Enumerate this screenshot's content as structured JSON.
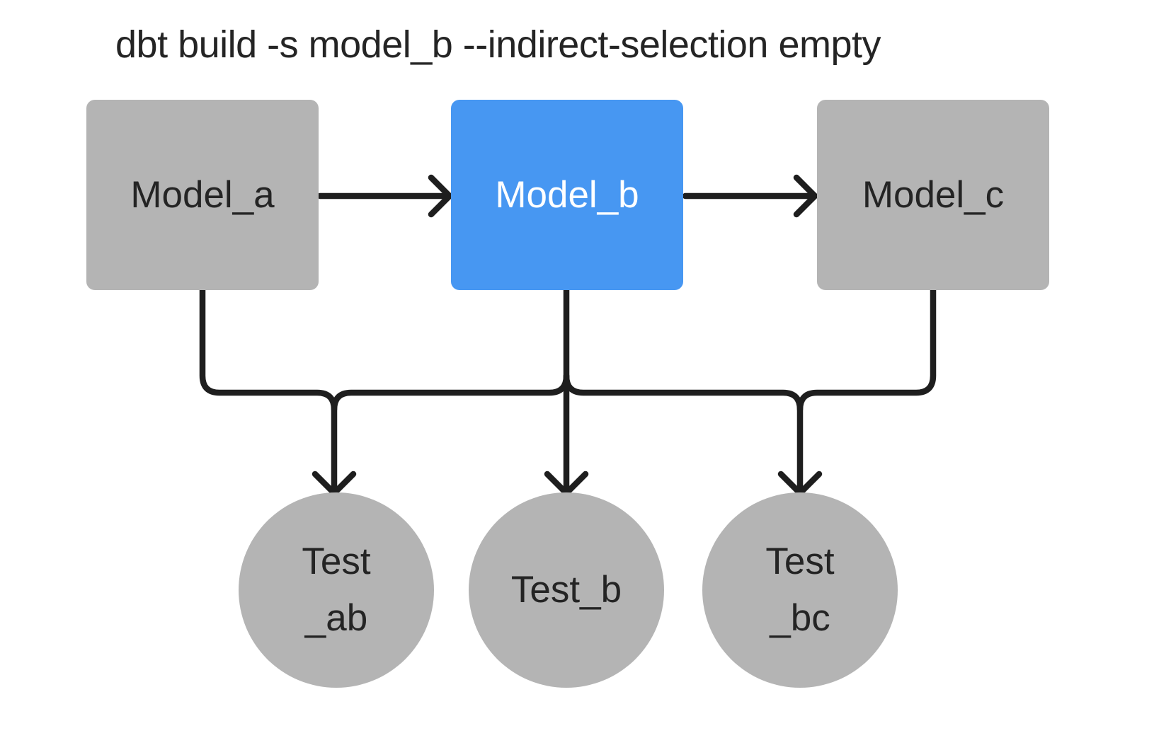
{
  "title": "dbt build -s model_b --indirect-selection empty",
  "colors": {
    "accent_blue": "#4797f2",
    "node_gray": "#b4b4b4",
    "line_dark": "#1e1e1e",
    "text_dark": "#242424",
    "text_on_blue": "#ffffff",
    "background": "#ffffff"
  },
  "diagram": {
    "models": [
      {
        "id": "model_a",
        "label": "Model_a",
        "highlighted": false
      },
      {
        "id": "model_b",
        "label": "Model_b",
        "highlighted": true
      },
      {
        "id": "model_c",
        "label": "Model_c",
        "highlighted": false
      }
    ],
    "tests": [
      {
        "id": "test_ab",
        "label_lines": [
          "Test",
          "_ab"
        ]
      },
      {
        "id": "test_b",
        "label_lines": [
          "Test_b"
        ]
      },
      {
        "id": "test_bc",
        "label_lines": [
          "Test",
          "_bc"
        ]
      }
    ],
    "edges": [
      {
        "from": "model_a",
        "to": "model_b"
      },
      {
        "from": "model_b",
        "to": "model_c"
      },
      {
        "from": "model_a",
        "to": "test_ab"
      },
      {
        "from": "model_b",
        "to": "test_ab"
      },
      {
        "from": "model_b",
        "to": "test_b"
      },
      {
        "from": "model_b",
        "to": "test_bc"
      },
      {
        "from": "model_c",
        "to": "test_bc"
      }
    ]
  }
}
